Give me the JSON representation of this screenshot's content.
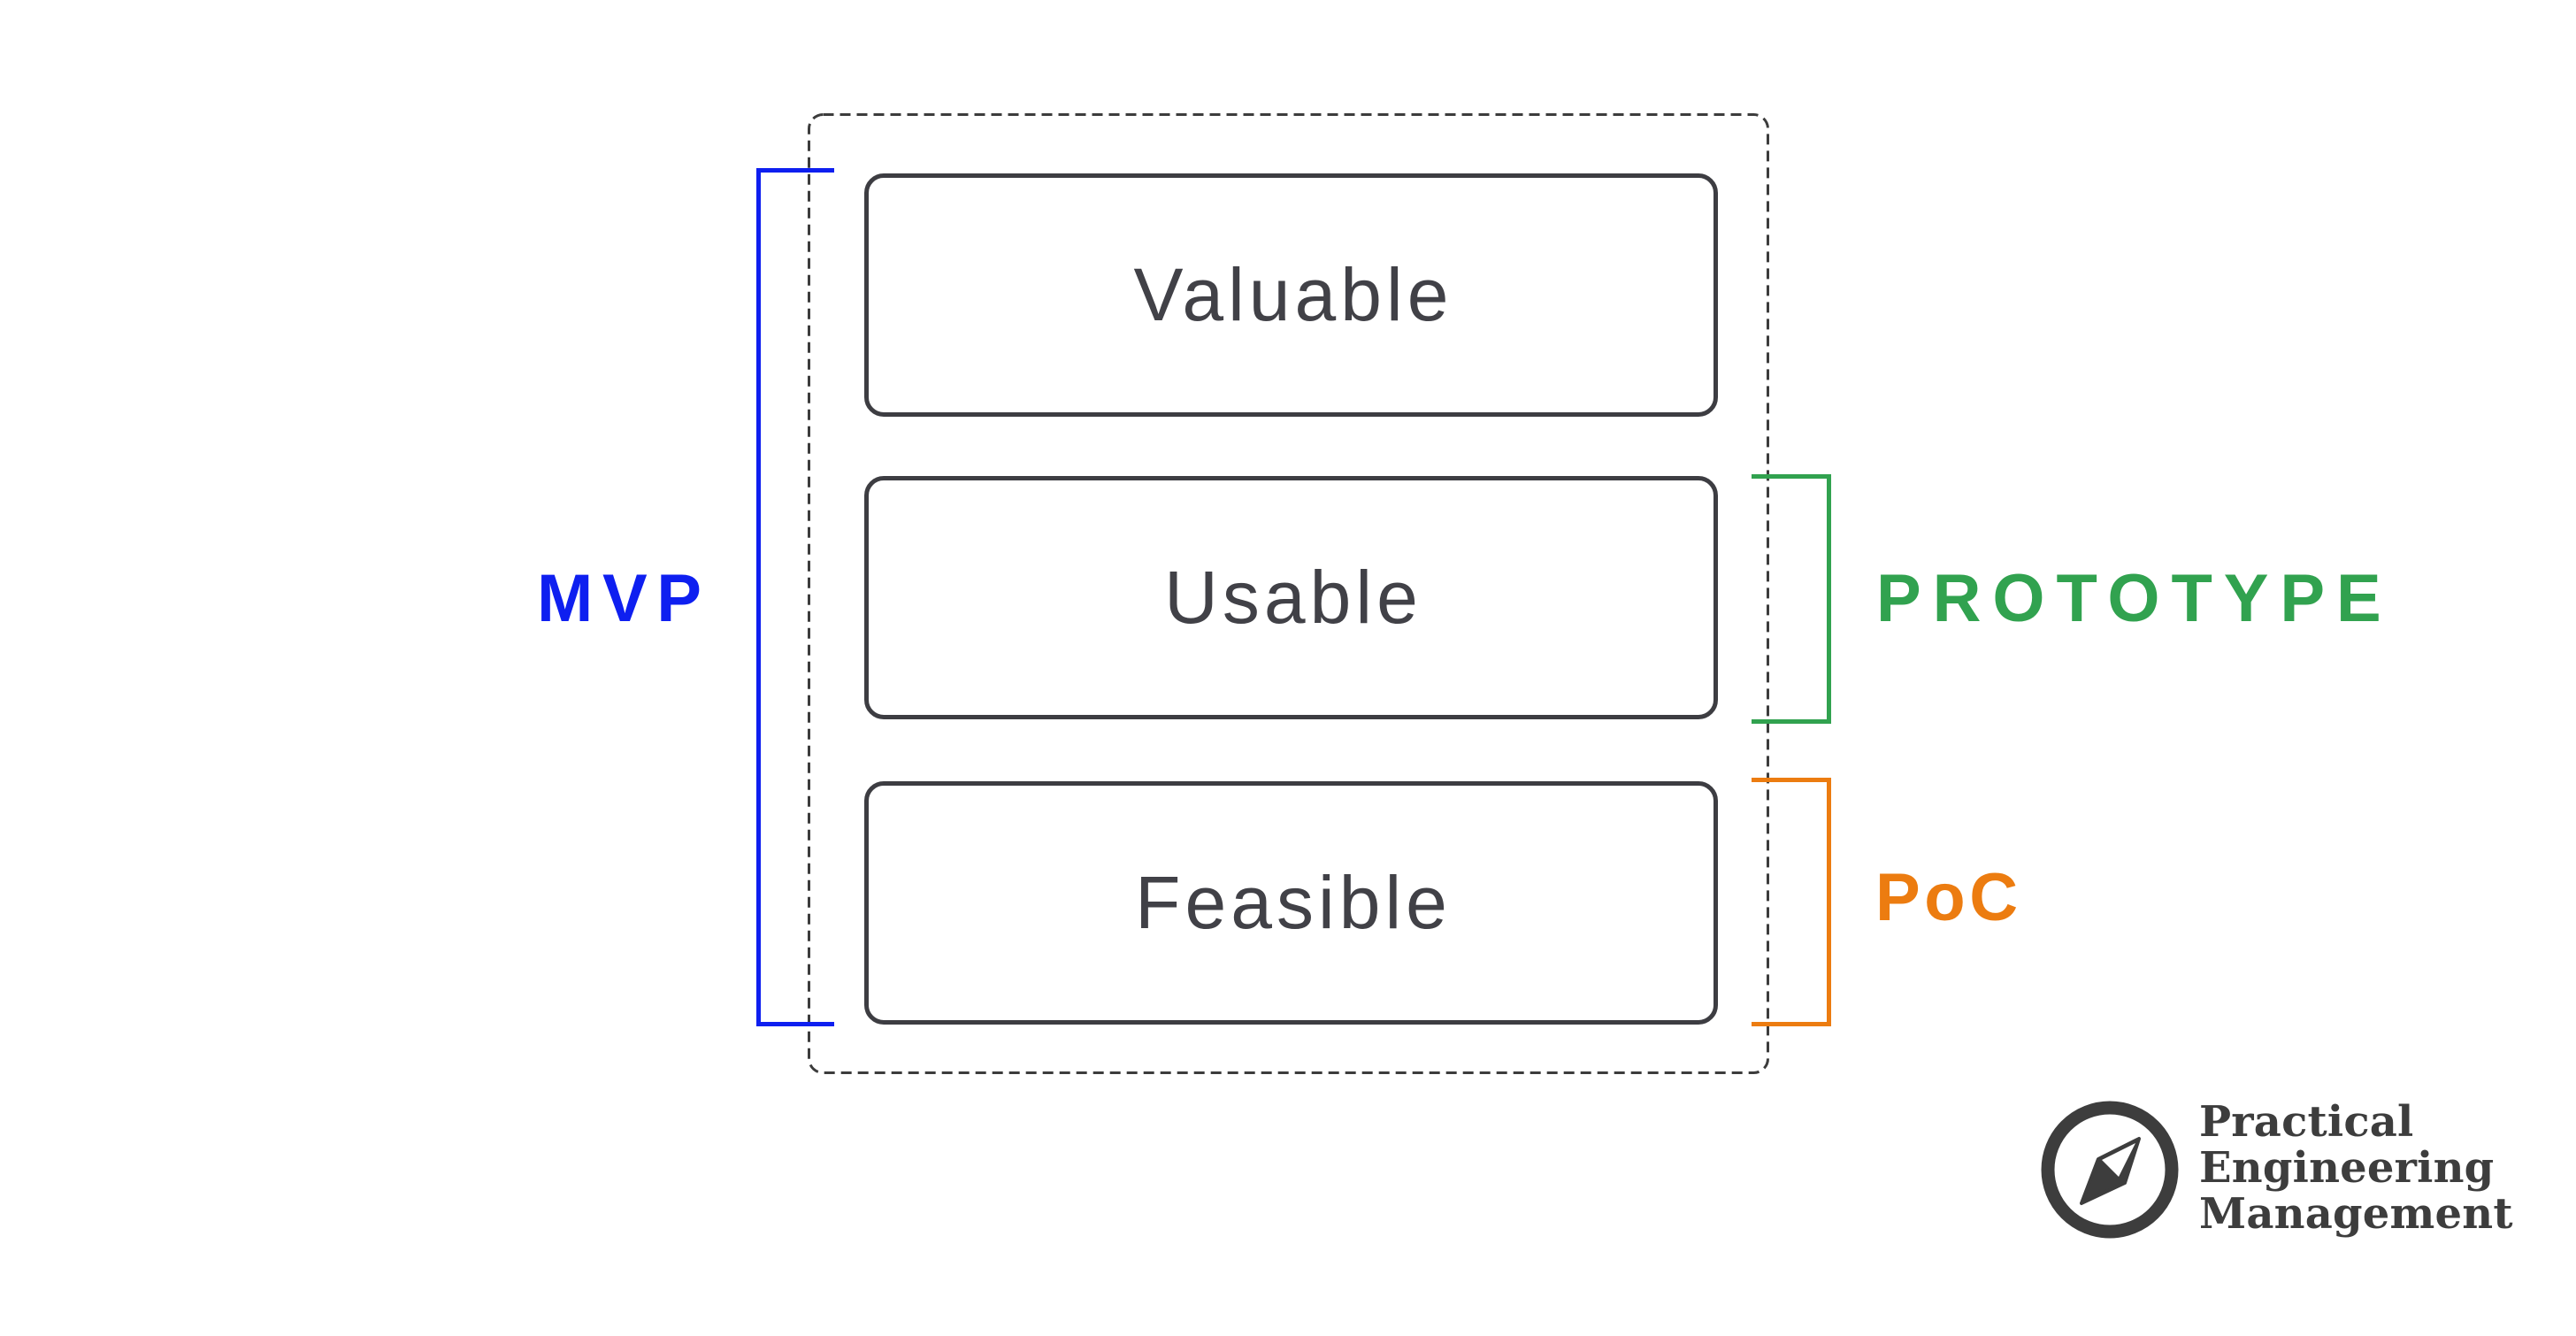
{
  "diagram": {
    "container": "dashed-outline",
    "boxes": [
      {
        "label": "Valuable"
      },
      {
        "label": "Usable"
      },
      {
        "label": "Feasible"
      }
    ],
    "brackets": [
      {
        "id": "mvp",
        "label": "MVP",
        "color": "#0e1ff0",
        "spans": [
          "Valuable",
          "Usable",
          "Feasible"
        ],
        "side": "left"
      },
      {
        "id": "prototype",
        "label": "PROTOTYPE",
        "color": "#31a24f",
        "spans": [
          "Usable"
        ],
        "side": "right"
      },
      {
        "id": "poc",
        "label": "PoC",
        "color": "#ec7c10",
        "spans": [
          "Feasible"
        ],
        "side": "right"
      }
    ]
  },
  "logo": {
    "icon": "compass-icon",
    "lines": [
      "Practical",
      "Engineering",
      "Management"
    ],
    "color": "#3d3d3d"
  },
  "colors": {
    "background": "#ffffff",
    "box_border": "#3d3d42",
    "box_text": "#414147",
    "dashed_outline": "#3c3c3c",
    "mvp_blue": "#0e1ff0",
    "prototype_green": "#31a24f",
    "poc_orange": "#ec7c10",
    "logo_dark": "#3d3d3d"
  }
}
